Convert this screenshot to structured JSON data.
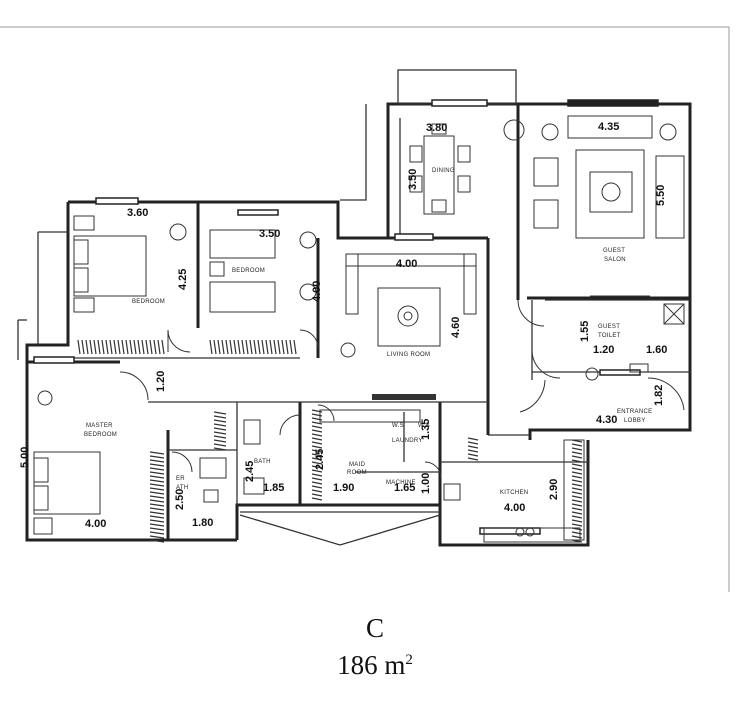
{
  "plan": {
    "code": "C",
    "area_value": "186 m",
    "area_unit_exp": "2"
  },
  "rooms": {
    "bedroom_1": "BEDROOM",
    "bedroom_2": "BEDROOM",
    "master_bedroom_l1": "MASTER",
    "master_bedroom_l2": "BEDROOM",
    "living_room": "LIVING ROOM",
    "dining": "DINING",
    "guest_salon_l1": "GUEST",
    "guest_salon_l2": "SALON",
    "guest_toilet_l1": "GUEST",
    "guest_toilet_l2": "TOILET",
    "entrance_lobby_l1": "ENTRANCE",
    "entrance_lobby_l2": "LOBBY",
    "kitchen": "KITCHEN",
    "laundry": "LAUNDRY",
    "maid_room_l1": "MAID",
    "maid_room_l2": "ROOM",
    "bath": "BATH",
    "master_bath": "ER\nATH",
    "master_bath_l1": "ER",
    "master_bath_l2": "ATH",
    "wc_1": "W.S",
    "wc_2": "W.S",
    "machine": "MACHINE"
  },
  "dimensions": {
    "bedroom_1_width": "3.60",
    "bedroom_1_depth": "4.25",
    "bedroom_2_width": "3.50",
    "bedroom_2_depth": "4.00",
    "living_width": "4.00",
    "living_depth": "4.60",
    "dining_width": "3.80",
    "dining_depth": "3.50",
    "salon_width": "4.35",
    "salon_depth": "5.50",
    "toilet_depth": "1.55",
    "toilet_width_a": "1.20",
    "toilet_width_b": "1.60",
    "lobby_width": "4.30",
    "lobby_depth": "1.82",
    "corridor_width": "1.20",
    "master_depth": "5.00",
    "master_width": "4.00",
    "master_bath_depth": "2.50",
    "master_bath_width": "1.80",
    "bath_depth": "2.45",
    "bath_width": "1.85",
    "maid_depth": "2.45",
    "maid_width": "1.90",
    "laundry_depth": "1.35",
    "machine_depth": "1.00",
    "machine_width": "1.65",
    "kitchen_depth": "2.90",
    "kitchen_width": "4.00"
  }
}
